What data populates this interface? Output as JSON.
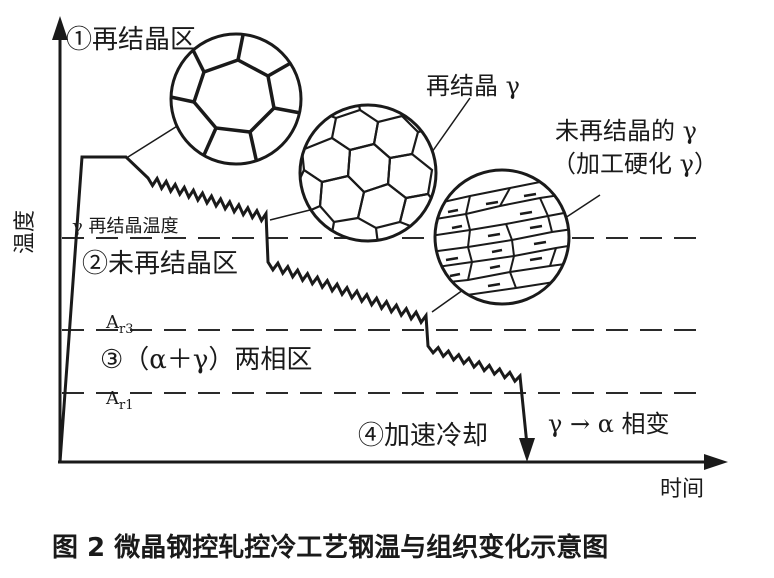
{
  "axes": {
    "y_label": "温度",
    "x_label": "时间"
  },
  "zones": {
    "z1": "①再结晶区",
    "z2": "②未再结晶区",
    "z3": "③（α＋γ）两相区",
    "z4": "④加速冷却"
  },
  "phases": {
    "recryst_gamma": "再结晶 γ",
    "unrecryst_gamma_1": "未再结晶的 γ",
    "unrecryst_gamma_2": "（加工硬化 γ）",
    "transform": "γ → α 相变"
  },
  "levels": {
    "recryst_temp": "γ 再结晶温度",
    "ar3_main": "A",
    "ar3_sub": "r3",
    "ar1_main": "A",
    "ar1_sub": "r1"
  },
  "caption": "图 2  微晶钢控轧控冷工艺钢温与组织变化示意图"
}
